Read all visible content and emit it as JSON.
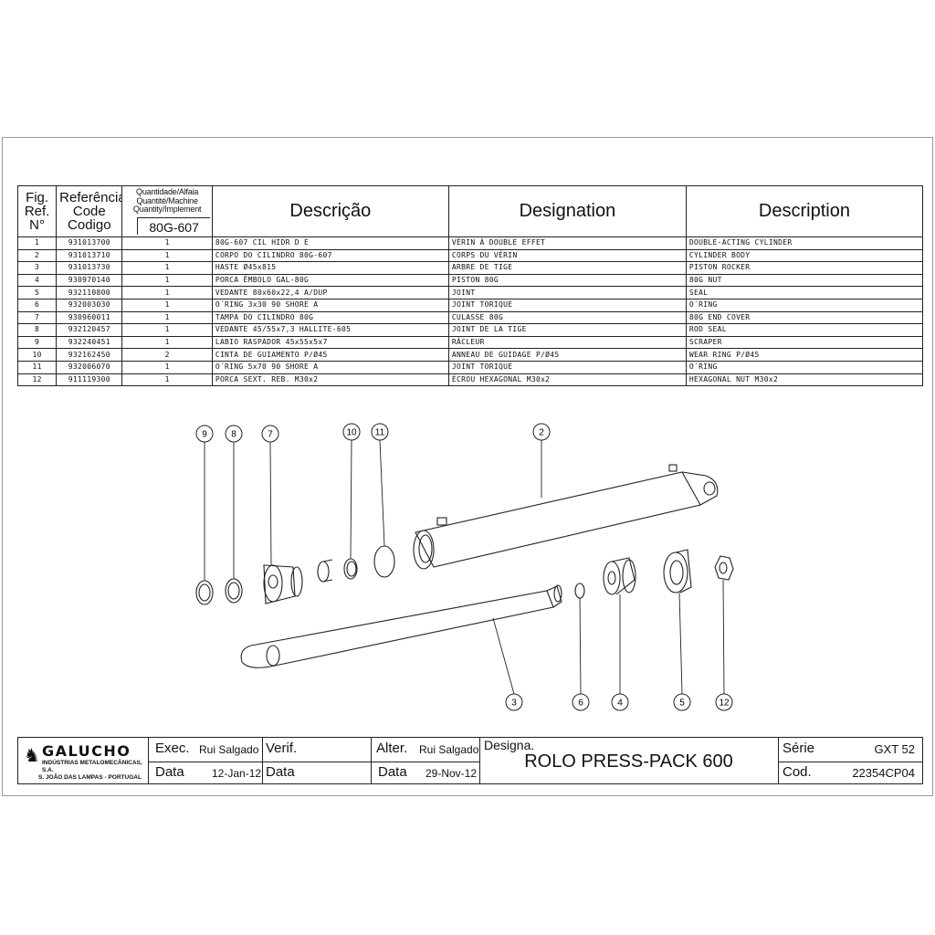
{
  "table": {
    "headers": {
      "fig_ref": [
        "Fig.",
        "Ref.",
        "N°"
      ],
      "code": [
        "Referência",
        "Code",
        "Codigo"
      ],
      "quantity": [
        "Quantidade/Alfaia",
        "Quantité/Machine",
        "Quantity/Implement"
      ],
      "implement": "80G-607",
      "descricao": "Descrição",
      "designation": "Designation",
      "description": "Description"
    },
    "rows": [
      {
        "fig": "1",
        "code": "931013700",
        "qty": "1",
        "pt": "80G-607 CIL HIDR D E",
        "fr": "VÉRIN À DOUBLE EFFET",
        "en": "DOUBLE-ACTING CYLINDER"
      },
      {
        "fig": "2",
        "code": "931013710",
        "qty": "1",
        "pt": "CORPO DO CILINDRO 80G-607",
        "fr": "CORPS DU VÉRIN",
        "en": "CYLINDER BODY"
      },
      {
        "fig": "3",
        "code": "931013730",
        "qty": "1",
        "pt": "HASTE Ø45x815",
        "fr": "ARBRE DE TIGE",
        "en": "PISTON ROCKER"
      },
      {
        "fig": "4",
        "code": "930970140",
        "qty": "1",
        "pt": "PORCA ÊMBOLO GAL-80G",
        "fr": "PISTON 80G",
        "en": "80G NUT"
      },
      {
        "fig": "5",
        "code": "932110800",
        "qty": "1",
        "pt": "VEDANTE 80x60x22,4 A/DUP",
        "fr": "JOINT",
        "en": "SEAL"
      },
      {
        "fig": "6",
        "code": "932003030",
        "qty": "1",
        "pt": "O´RING 3x30 90 SHORE A",
        "fr": "JOINT TORIQUE",
        "en": "O´RING"
      },
      {
        "fig": "7",
        "code": "930960011",
        "qty": "1",
        "pt": "TAMPA DO CILINDRO 80G",
        "fr": "CULASSE 80G",
        "en": "80G END COVER"
      },
      {
        "fig": "8",
        "code": "932120457",
        "qty": "1",
        "pt": "VEDANTE 45/55x7,3  HALLITE-605",
        "fr": "JOINT DE LA TIGE",
        "en": "ROD SEAL"
      },
      {
        "fig": "9",
        "code": "932240451",
        "qty": "1",
        "pt": "LABIO RASPADOR 45x55x5x7",
        "fr": "RÂCLEUR",
        "en": "SCRAPER"
      },
      {
        "fig": "10",
        "code": "932162450",
        "qty": "2",
        "pt": "CINTA DE GUIAMENTO P/Ø45",
        "fr": "ANNEAU DE GUIDAGE P/Ø45",
        "en": "WEAR RING P/Ø45"
      },
      {
        "fig": "11",
        "code": "932006070",
        "qty": "1",
        "pt": "O´RING 5x70 90 SHORE A",
        "fr": "JOINT TORIQUE",
        "en": "O´RING"
      },
      {
        "fig": "12",
        "code": "911119300",
        "qty": "1",
        "pt": "PORCA SEXT. REB. M30x2",
        "fr": "ÉCROU HEXAGONAL M30x2",
        "en": "HEXAGONAL NUT M30x2"
      }
    ]
  },
  "callouts": [
    "9",
    "8",
    "7",
    "10",
    "11",
    "2",
    "3",
    "6",
    "4",
    "5",
    "12"
  ],
  "title_block": {
    "company": "GALUCHO",
    "company_line1": "INDÚSTRIAS METALOMECÂNICAS, S.A.",
    "company_line2": "S. JOÃO DAS LAMPAS - PORTUGAL",
    "exec_label": "Exec.",
    "exec_value": "Rui Salgado",
    "verif_label": "Verif.",
    "alter_label": "Alter.",
    "alter_value": "Rui Salgado",
    "data_label": "Data",
    "exec_date": "12-Jan-12",
    "alter_date": "29-Nov-12",
    "designa_label": "Designa.",
    "designa_value": "ROLO PRESS-PACK 600",
    "serie_label": "Série",
    "serie_value": "GXT 52",
    "cod_label": "Cod.",
    "cod_value": "22354CP04"
  }
}
